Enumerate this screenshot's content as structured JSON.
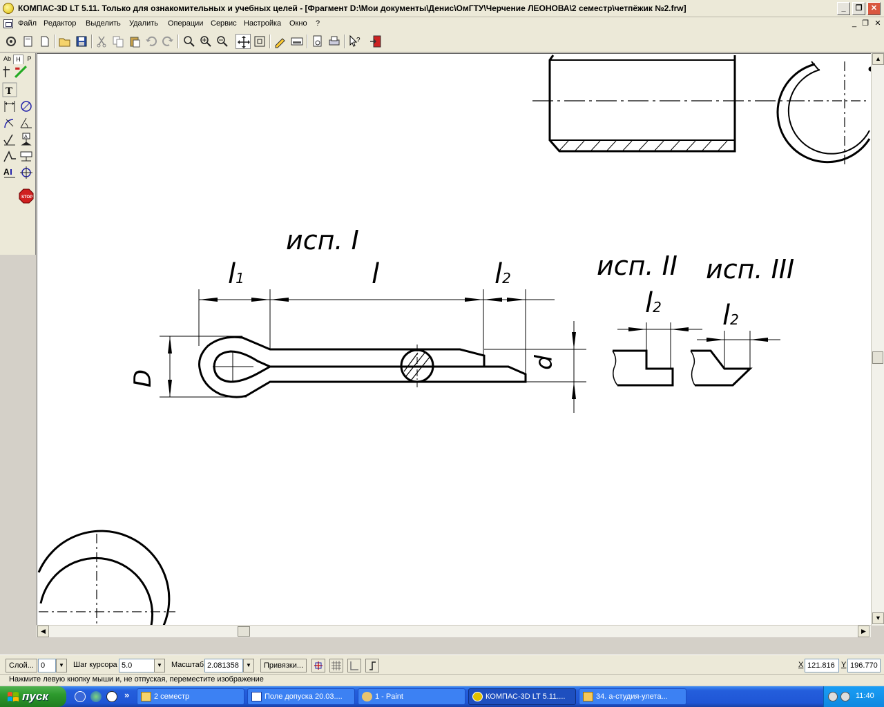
{
  "window": {
    "title": "КОМПАС-3D LT 5.11. Только для ознакомительных и учебных целей - [Фрагмент D:\\Мои документы\\Денис\\ОмГТУ\\Черчение ЛЕОНОВА\\2 семестр\\четпёжик №2.frw]",
    "minimize": "_",
    "restore": "❐",
    "close": "✕"
  },
  "menu": {
    "items": [
      "Файл",
      "Редактор",
      "Выделить",
      "Удалить",
      "Операции",
      "Сервис",
      "Настройка",
      "Окно",
      "?"
    ],
    "mdi_min": "_",
    "mdi_restore": "❐",
    "mdi_close": "✕"
  },
  "left_tabs": [
    "Аb",
    "H",
    "P"
  ],
  "drawing": {
    "variant_1": "исп. I",
    "variant_2": "исп. II",
    "variant_3": "исп. III",
    "dim_l1": "l",
    "dim_l1_sub": "1",
    "dim_l": "l",
    "dim_l2": "l",
    "dim_l2_sub": "2",
    "dim_D": "D",
    "dim_d": "d"
  },
  "params": {
    "layer_button": "Слой...",
    "layer_value": "0",
    "step_label": "Шаг курсора",
    "step_value": "5.0",
    "scale_label": "Масштаб",
    "scale_value": "2.081358",
    "snaps_button": "Привязки...",
    "x_label": "X",
    "x_value": "121.816",
    "y_label": "Y",
    "y_value": "196.770"
  },
  "status": {
    "message": "Нажмите левую кнопку мыши и, не отпуская, переместите изображение"
  },
  "taskbar": {
    "start": "пуск",
    "tasks": [
      {
        "label": "2 семестр",
        "icon": "folder-icon"
      },
      {
        "label": "Поле допуска 20.03....",
        "icon": "word-icon"
      },
      {
        "label": "1 - Paint",
        "icon": "paint-icon"
      },
      {
        "label": "КОМПАС-3D LT 5.11....",
        "icon": "kompas-icon"
      },
      {
        "label": "34. а-студия-улета...",
        "icon": "player-icon"
      }
    ],
    "clock": "11:40",
    "chevron": "»"
  }
}
